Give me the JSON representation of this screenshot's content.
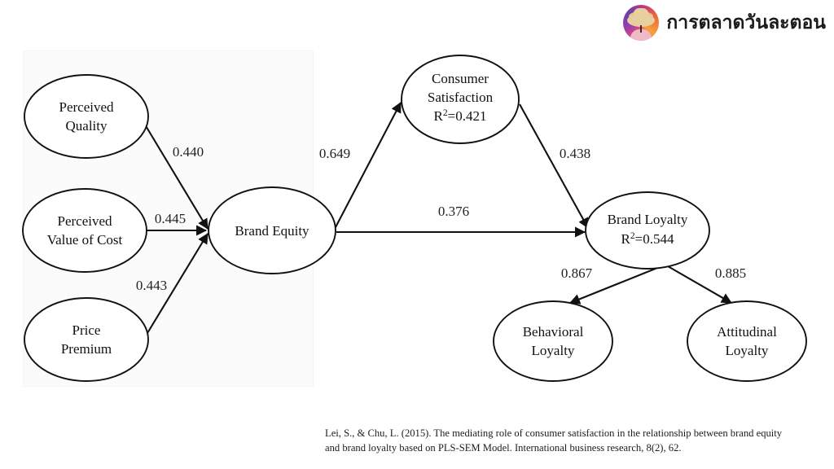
{
  "brand": {
    "logo_icon": "avatar-person-with-hat-icon",
    "name": "การตลาดวันละตอน"
  },
  "diagram": {
    "type": "path-model",
    "title": "PLS-SEM brand equity and brand loyalty model",
    "nodes": [
      {
        "id": "perceived-quality",
        "label_line1": "Perceived",
        "label_line2": "Quality",
        "label_line3": ""
      },
      {
        "id": "perceived-value-of-cost",
        "label_line1": "Perceived",
        "label_line2": "Value of Cost",
        "label_line3": ""
      },
      {
        "id": "price-premium",
        "label_line1": "Price",
        "label_line2": "Premium",
        "label_line3": ""
      },
      {
        "id": "brand-equity",
        "label_line1": "Brand Equity",
        "label_line2": "",
        "label_line3": ""
      },
      {
        "id": "consumer-satisfaction",
        "label_line1": "Consumer",
        "label_line2": "Satisfaction",
        "label_line3": "R2=0.421",
        "r2_prefix": "R",
        "r2_sup": "2",
        "r2_value": "=0.421"
      },
      {
        "id": "brand-loyalty",
        "label_line1": "Brand Loyalty",
        "label_line2": "",
        "label_line3": "R2=0.544",
        "r2_prefix": "R",
        "r2_sup": "2",
        "r2_value": "=0.544"
      },
      {
        "id": "behavioral-loyalty",
        "label_line1": "Behavioral",
        "label_line2": "Loyalty",
        "label_line3": ""
      },
      {
        "id": "attitudinal-loyalty",
        "label_line1": "Attitudinal",
        "label_line2": "Loyalty",
        "label_line3": ""
      }
    ],
    "edges": [
      {
        "id": "pq-be",
        "from": "perceived-quality",
        "to": "brand-equity",
        "coefficient": "0.440"
      },
      {
        "id": "pvc-be",
        "from": "perceived-value-of-cost",
        "to": "brand-equity",
        "coefficient": "0.445"
      },
      {
        "id": "pp-be",
        "from": "price-premium",
        "to": "brand-equity",
        "coefficient": "0.443"
      },
      {
        "id": "be-cs",
        "from": "brand-equity",
        "to": "consumer-satisfaction",
        "coefficient": "0.649"
      },
      {
        "id": "cs-bl",
        "from": "consumer-satisfaction",
        "to": "brand-loyalty",
        "coefficient": "0.438"
      },
      {
        "id": "be-bl",
        "from": "brand-equity",
        "to": "brand-loyalty",
        "coefficient": "0.376"
      },
      {
        "id": "bl-beh",
        "from": "brand-loyalty",
        "to": "behavioral-loyalty",
        "coefficient": "0.867"
      },
      {
        "id": "bl-att",
        "from": "brand-loyalty",
        "to": "attitudinal-loyalty",
        "coefficient": "0.885"
      }
    ]
  },
  "citation": {
    "line1": "Lei, S., & Chu, L. (2015). The mediating role of consumer satisfaction in the relationship between brand equity",
    "line2": "and brand loyalty based on PLS-SEM Model. International business research, 8(2), 62."
  }
}
